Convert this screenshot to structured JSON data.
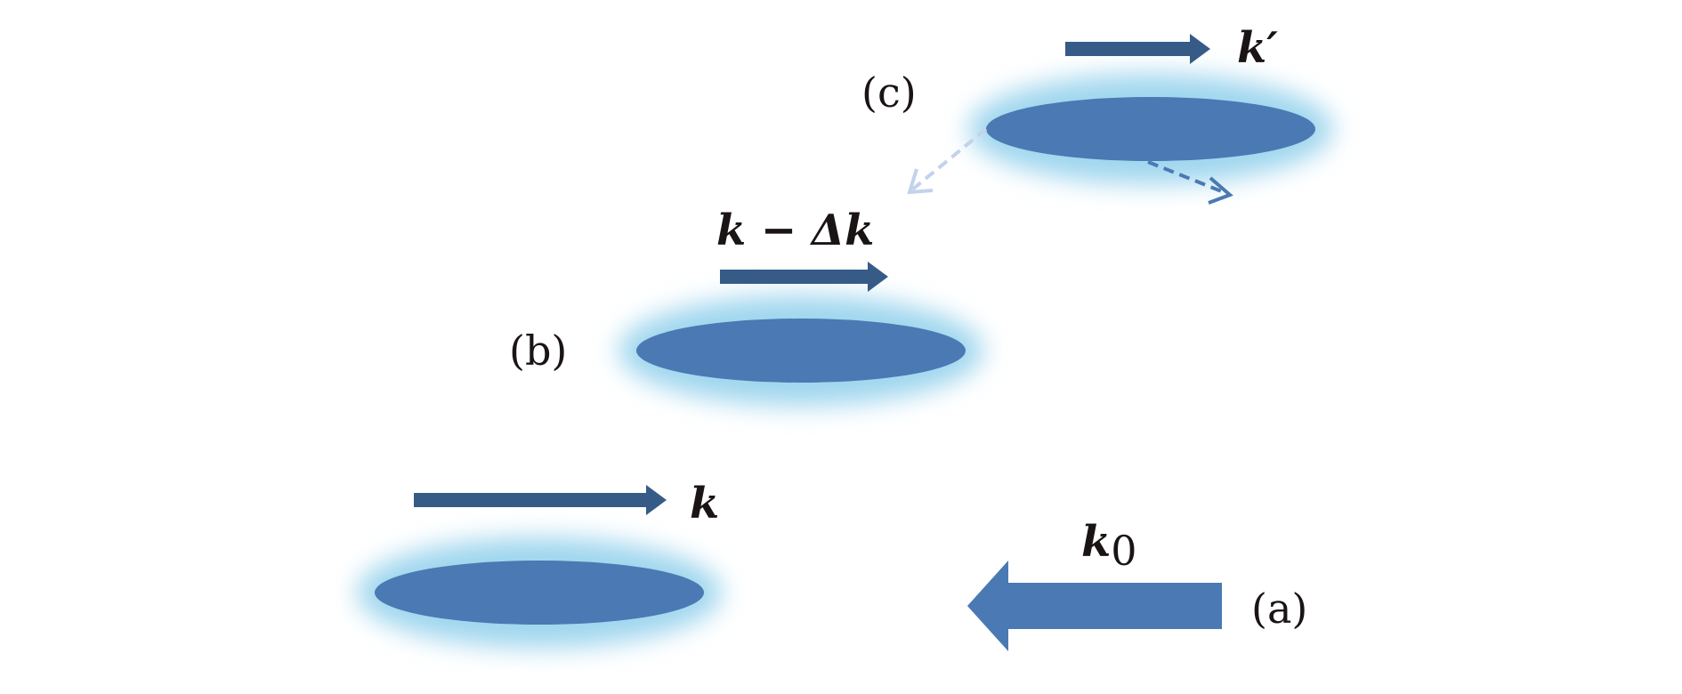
{
  "labels": {
    "a": "(a)",
    "b": "(b)",
    "c": "(c)",
    "k": "k",
    "k_minus_dk": "k − Δk",
    "k_prime": "k′",
    "k0": "k",
    "k0_sub": "0"
  },
  "colors": {
    "ellipse": "#4a79b3",
    "glow": "#9fd6ee",
    "arrow": "#365b87",
    "dashed_light": "#c3d2ec",
    "dashed_dark": "#4a79b3"
  }
}
